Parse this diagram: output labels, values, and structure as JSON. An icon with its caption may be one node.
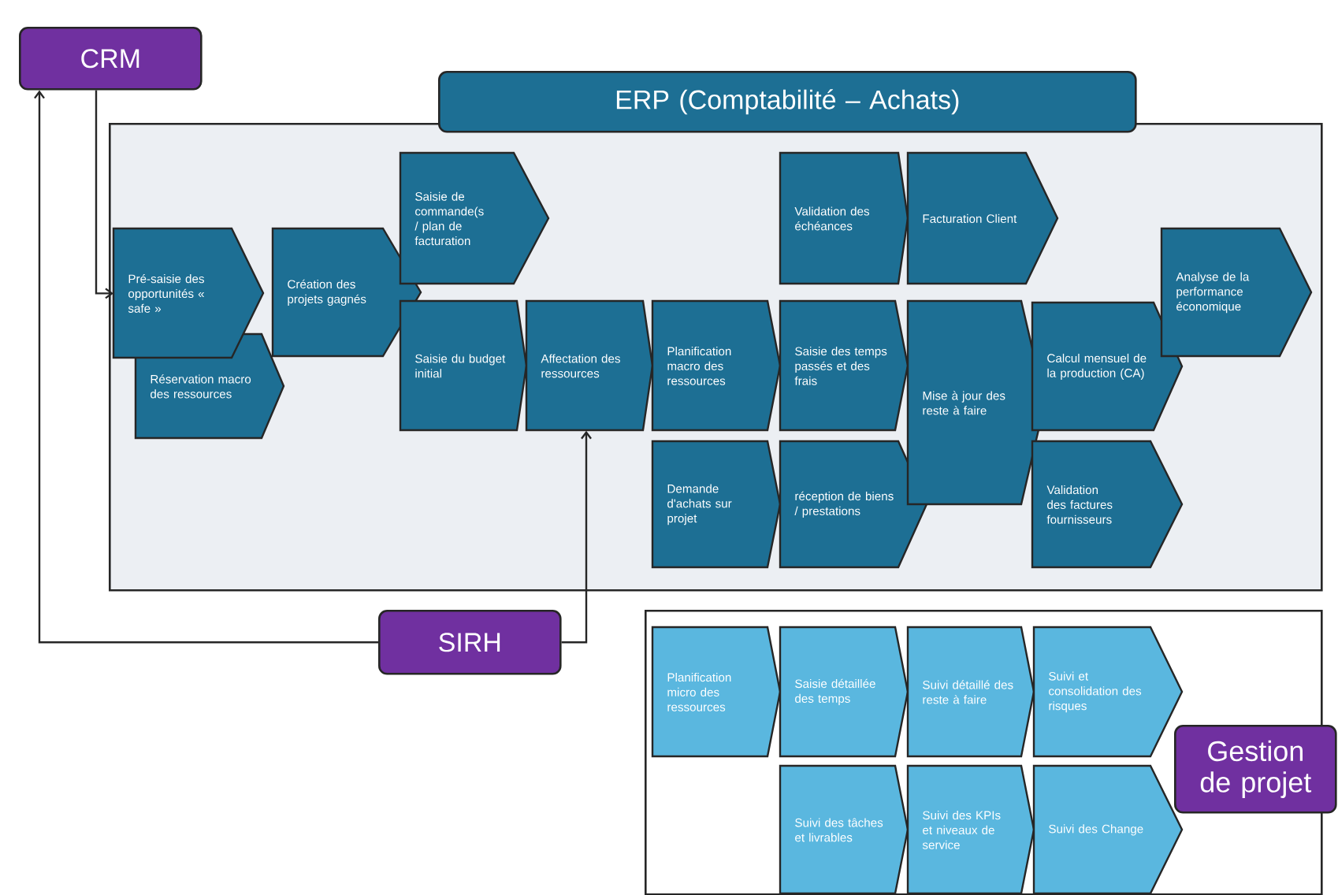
{
  "diagram": {
    "nodes": [
      {
        "text": [
          "CRM"
        ]
      },
      {
        "text": [
          "ERP (Comptabilité – Achats)"
        ]
      },
      {
        "text": [
          "Pré-saisie des opportunités « safe »"
        ],
        "in": 1
      },
      {
        "text": [
          "Réservation macro des ressources"
        ],
        "in": 1
      },
      {
        "text": [
          "Création des projets gagnés"
        ],
        "in": 1
      },
      {
        "text": [
          "Saisie de commande(s / plan de facturation"
        ],
        "in": 1
      },
      {
        "text": [
          "Saisie du budget initial"
        ],
        "in": 1
      },
      {
        "text": [
          "Affectation des ressources"
        ],
        "in": 1
      },
      {
        "text": [
          "Planification macro des ressources"
        ],
        "in": 1
      },
      {
        "text": [
          "Validation des échéances"
        ],
        "in": 1
      },
      {
        "text": [
          "Facturation Client"
        ],
        "in": 1
      },
      {
        "text": [
          "Saisie des temps passés et des frais"
        ],
        "in": 1
      },
      {
        "text": [
          "Mise à jour des reste à faire"
        ],
        "in": 1
      },
      {
        "text": [
          "Analyse de la performance économique"
        ],
        "in": 1
      },
      {
        "text": [
          "Calcul mensuel de la production (CA)"
        ],
        "in": 1
      },
      {
        "text": [
          "Demande d'achats sur projet"
        ],
        "in": 1
      },
      {
        "text": [
          "réception de biens / prestations"
        ],
        "in": 1
      },
      {
        "text": [
          "Validation des factures fournisseurs"
        ],
        "in": 1
      },
      {
        "text": [
          "SIRH"
        ]
      },
      {
        "text": [
          "Gestion de projet"
        ]
      },
      {
        "text": [
          "Planification micro des ressources"
        ],
        "in": 19
      },
      {
        "text": [
          "Saisie détaillée des temps"
        ],
        "in": 19
      },
      {
        "text": [
          "Suivi détaillé des reste à faire"
        ],
        "in": 19
      },
      {
        "text": [
          "Suivi et consolidation des risques"
        ],
        "in": 19
      },
      {
        "text": [
          "Suivi des tâches et livrables"
        ],
        "in": 19
      },
      {
        "text": [
          "Suivi des KPIs et niveaux de service"
        ],
        "in": 19
      },
      {
        "text": [
          "Suivi des Change"
        ],
        "in": 19
      }
    ],
    "edges": [
      {
        "from": 0,
        "to": 2,
        "arrow": "to"
      },
      {
        "from": 18,
        "to": 0,
        "arrow": "to"
      },
      {
        "from": 18,
        "to": 7,
        "arrow": "to"
      }
    ]
  }
}
